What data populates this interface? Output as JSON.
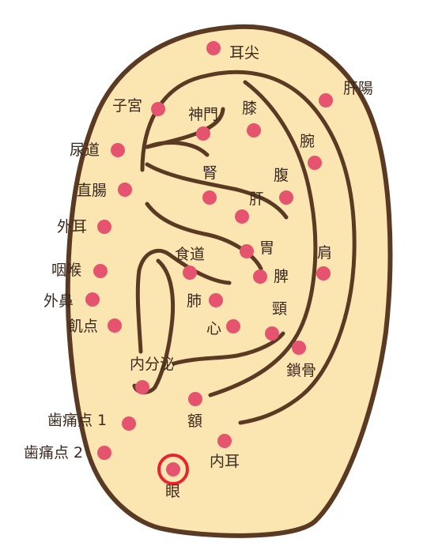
{
  "colors": {
    "ear_fill": "#fbe6b2",
    "outline": "#5a3a22",
    "point": "#e5536e",
    "highlight_ring": "#e8232f",
    "label_text": "#3b2a1f"
  },
  "highlighted_point": "eye",
  "points": {
    "ear_apex": "耳尖",
    "liver_yang": "肝陽",
    "uterus": "子宮",
    "shenmen": "神門",
    "knee": "膝",
    "urethra": "尿道",
    "wrist": "腕",
    "kidney": "腎",
    "abdomen": "腹",
    "rectum": "直腸",
    "liver": "肝",
    "external_ear": "外耳",
    "esophagus": "食道",
    "stomach": "胃",
    "shoulder": "肩",
    "throat": "咽喉",
    "spleen": "脾",
    "external_nose": "外鼻",
    "lung": "肺",
    "hunger_point": "飢点",
    "neck": "頸",
    "heart": "心",
    "clavicle": "鎖骨",
    "endocrine": "内分泌",
    "forehead": "額",
    "toothache_1": "歯痛点 1",
    "toothache_2": "歯痛点 2",
    "inner_ear": "内耳",
    "eye": "眼"
  }
}
